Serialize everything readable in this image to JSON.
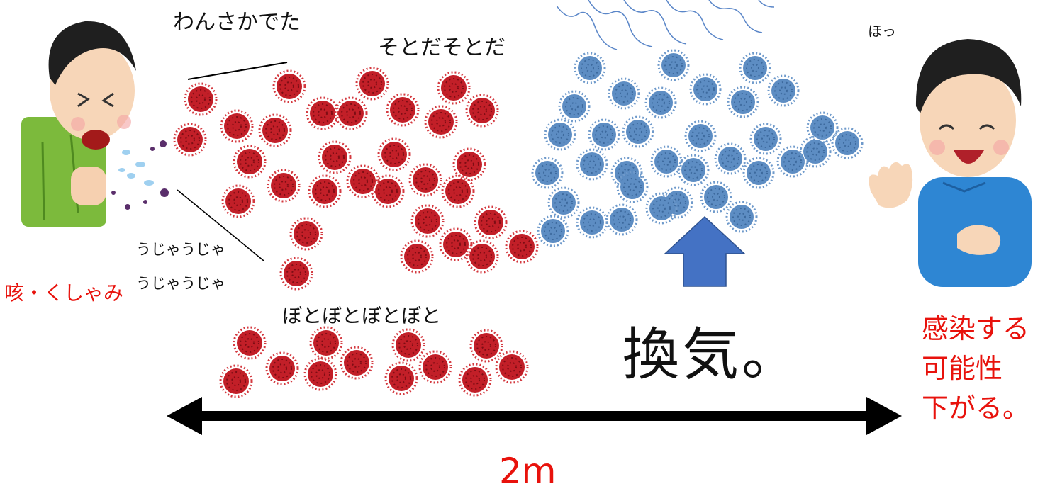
{
  "labels": {
    "wansaka": "わんさかでた",
    "sotoda": "そとだそとだ",
    "ujya_1": "うじゃうじゃ",
    "ujya_2": "うじゃうじゃ",
    "cough": "咳・くしゃみ",
    "botobo": "ぼとぼとぼとぼと",
    "ventilation": "換気。",
    "relief": "ほっ",
    "risk_line1": "感染する",
    "risk_line2": "可能性",
    "risk_line3": "下がる。",
    "distance": "2m"
  },
  "icons": {
    "virus_red": "red-virus-icon",
    "virus_blue": "blue-virus-icon",
    "airflow": "wind-lines-icon",
    "ventilation_arrow": "up-arrow-icon",
    "distance_arrow": "double-arrow-icon"
  },
  "colors": {
    "virus_red": "#c0222a",
    "virus_blue": "#5b8cc2",
    "label_red": "#e8120c",
    "arrow_blue": "#4472c4",
    "distance_arrow": "#000000"
  }
}
